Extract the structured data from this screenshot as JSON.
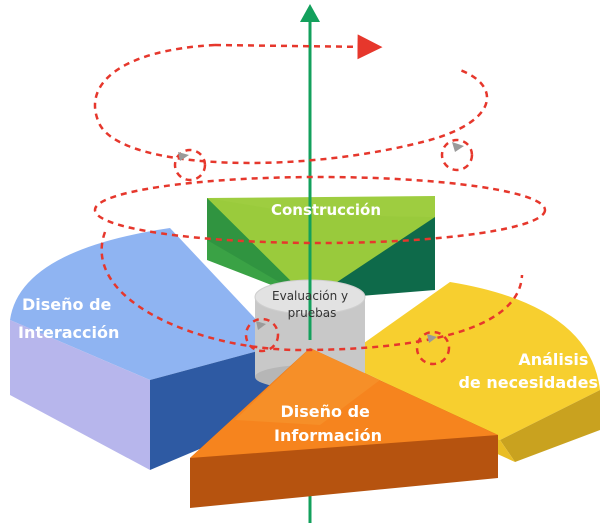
{
  "segments": {
    "construccion": {
      "label": "Construcción",
      "colors": {
        "top": "#9ccc3c",
        "front_left": "#3aa245",
        "front_right": "#0e6a4a"
      }
    },
    "interaccion": {
      "lines": [
        "Diseño de",
        "Interacción"
      ],
      "colors": {
        "top": "#8fb4f2",
        "side": "#b7b6ec",
        "side_dark": "#2e5aa3"
      }
    },
    "necesidades": {
      "lines": [
        "Análisis",
        "de necesidades"
      ],
      "colors": {
        "top": "#f7cf2f",
        "side": "#c9a21f"
      }
    },
    "informacion": {
      "lines": [
        "Diseño de",
        "Información"
      ],
      "colors": {
        "top": "#f6841e",
        "side": "#b6530f"
      }
    }
  },
  "core": {
    "lines": [
      "Evaluación y",
      "pruebas"
    ],
    "color": "#dadada"
  },
  "axis": {
    "color": "#13a05c"
  },
  "spiral": {
    "color": "#e6372c"
  }
}
